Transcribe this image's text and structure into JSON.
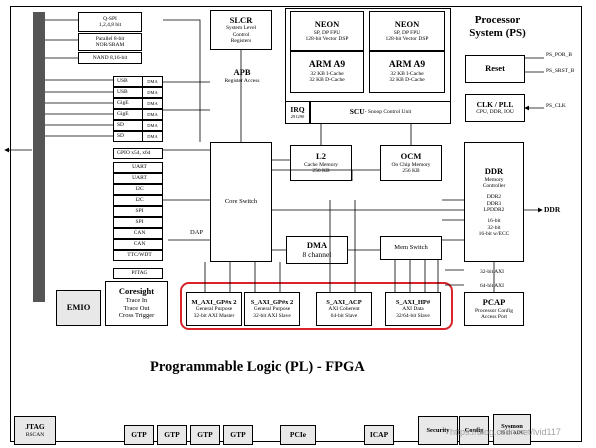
{
  "ps": {
    "title": "Processor",
    "title2": "System (PS)"
  },
  "pl": {
    "title": "Programmable Logic (PL) - FPGA"
  },
  "io": [
    {
      "label": "Q-SPI",
      "sub": "1,2,4,8 bit"
    },
    {
      "label": "Parallel 8-bit",
      "sub": "NOR/SRAM"
    },
    {
      "label": "NAND 8,16-bit",
      "sub": ""
    }
  ],
  "dma_io": [
    {
      "label": "USB",
      "tag": "DMA"
    },
    {
      "label": "USB",
      "tag": "DMA"
    },
    {
      "label": "GigE",
      "tag": "DMA"
    },
    {
      "label": "GigE",
      "tag": "DMA"
    },
    {
      "label": "SD",
      "tag": "DMA"
    },
    {
      "label": "SD",
      "tag": "DMA"
    }
  ],
  "periph": [
    "GPIO x54, x64",
    "UART",
    "UART",
    "I2C",
    "I2C",
    "SPI",
    "SPI",
    "CAN",
    "CAN",
    "TTC/WDT",
    "PJTAG"
  ],
  "coresight": {
    "title": "Coresight",
    "l1": "Trace In",
    "l2": "Trace Out",
    "l3": "Cross Trigger"
  },
  "emio": "EMIO",
  "slcr": {
    "title": "SLCR",
    "l1": "System Level",
    "l2": "Control",
    "l3": "Registers"
  },
  "apb": {
    "title": "APB",
    "sub": "Register Access"
  },
  "neon": [
    {
      "title": "NEON",
      "l1": "SP, DP FPU",
      "l2": "128-bit Vector DSP"
    },
    {
      "title": "NEON",
      "l1": "SP, DP FPU",
      "l2": "128-bit Vector DSP"
    }
  ],
  "arm": [
    {
      "title": "ARM A9",
      "l1": "32 KB I-Cache",
      "l2": "32 KB D-Cache"
    },
    {
      "title": "ARM A9",
      "l1": "32 KB I-Cache",
      "l2": "32 KB D-Cache"
    }
  ],
  "irq": {
    "title": "IRQ",
    "sub": "291290"
  },
  "scu": {
    "title": "SCU",
    "sub": " - Snoop Control Unit"
  },
  "reset": "Reset",
  "reset_in": [
    "PS_POR_B",
    "PS_SRST_B"
  ],
  "clk": {
    "title": "CLK / PLL",
    "sub": "CPU, DDR, IOU"
  },
  "ps_clk": "PS_CLK",
  "l2": {
    "title": "L2",
    "l1": "Cache Memory",
    "l2": "256 KB"
  },
  "ocm": {
    "title": "OCM",
    "l1": "On Chip Memory",
    "l2": "256 KB"
  },
  "core_switch": "Core Switch",
  "ddr": {
    "title": "DDR",
    "l1": "Memory",
    "l2": "Controller",
    "l3": "DDR2",
    "l4": "DDR3",
    "l5": "LPDDR2",
    "l6": "16-bit",
    "l7": "32-bit",
    "l8": "16-bit w/ECC"
  },
  "ddr_out": "DDR",
  "dap": "DAP",
  "dma": {
    "title": "DMA",
    "sub": "8 channel"
  },
  "mem_switch": "Mem Switch",
  "axi32": "32-bit AXI",
  "axi64": "64-bit AXI",
  "ports": [
    {
      "title": "M_AXI_GP#x 2",
      "l1": "General Purpose",
      "l2": "32-bit AXI Master"
    },
    {
      "title": "S_AXI_GP#x 2",
      "l1": "General Purpose",
      "l2": "32-bit AXI Slave"
    },
    {
      "title": "S_AXI_ACP",
      "l1": "AXI Coherent",
      "l2": "64-bit Slave"
    },
    {
      "title": "S_AXI_HP#",
      "l1": "AXI Data",
      "l2": "32/64-bit Slave"
    }
  ],
  "pcap": {
    "title": "PCAP",
    "l1": "Processor Config",
    "l2": "Access Port"
  },
  "bottom": {
    "jtag": "JTAG",
    "jtag_sub": "BSCAN",
    "gtp": [
      "GTP",
      "GTP",
      "GTP",
      "GTP"
    ],
    "pcie": "PCIe",
    "icap": "ICAP",
    "security": "Security",
    "config": "Config",
    "sysmon": "Sysmon",
    "sysmon_sub": "16 ch ADC"
  },
  "watermark": "https://blog.csdn.net/lvid117",
  "colors": {
    "highlight": "#d8232a",
    "gray": "#e8e8e8"
  }
}
